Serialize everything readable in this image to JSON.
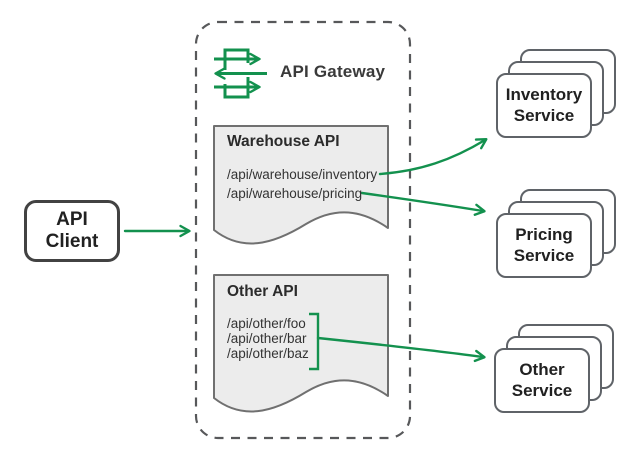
{
  "colors": {
    "accent_green": "#13914e",
    "doc_fill": "#ececec",
    "doc_stroke": "#707070",
    "dash_gray": "#57585a",
    "card_stroke": "#5f6368",
    "client_stroke": "#424242",
    "text_dark": "#212121"
  },
  "icons": {
    "api_gateway": "interlocked-swap-arrows"
  },
  "client": {
    "label": "API\nClient"
  },
  "gateway": {
    "title": "API Gateway",
    "apis": [
      {
        "title": "Warehouse API",
        "routes": [
          "/api/warehouse/inventory",
          "/api/warehouse/pricing"
        ]
      },
      {
        "title": "Other API",
        "routes": [
          "/api/other/foo",
          "/api/other/bar",
          "/api/other/baz"
        ]
      }
    ]
  },
  "services": [
    {
      "label": "Inventory\nService"
    },
    {
      "label": "Pricing\nService"
    },
    {
      "label": "Other\nService"
    }
  ]
}
